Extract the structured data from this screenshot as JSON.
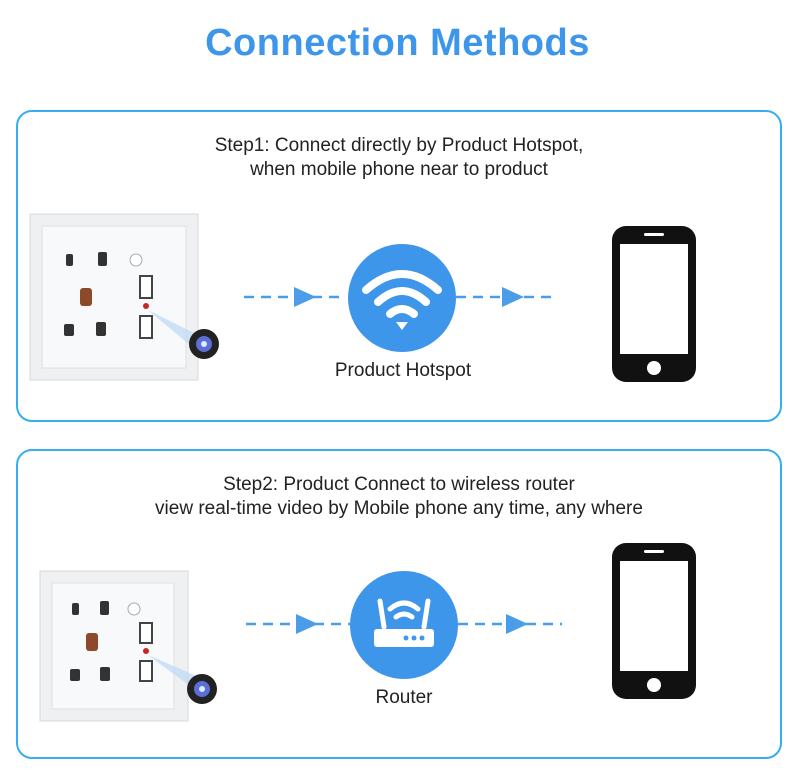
{
  "title": "Connection Methods",
  "step1": {
    "line1": "Step1: Connect directly by  Product  Hotspot,",
    "line2": "when mobile phone near to product",
    "hub_label": "Product Hotspot",
    "hub_icon": "wifi-icon"
  },
  "step2": {
    "line1": "Step2: Product Connect to wireless router",
    "line2": "view real-time video by Mobile phone any time, any where",
    "hub_label": "Router",
    "hub_icon": "router-icon"
  },
  "colors": {
    "title": "#3d96ea",
    "panel_border": "#35aef0",
    "accent": "#3d96ea",
    "arrow": "#4a9de6"
  }
}
